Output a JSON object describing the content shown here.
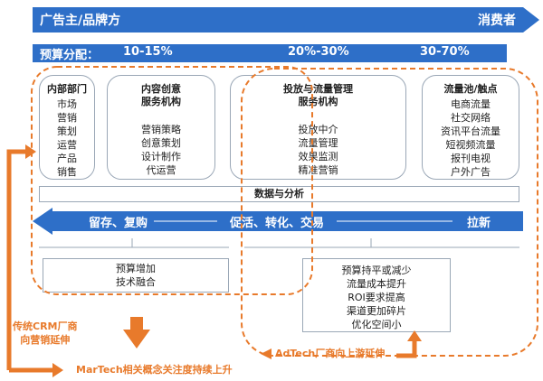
{
  "top_arrow": {
    "left": "广告主/品牌方",
    "right": "消费者"
  },
  "budget": {
    "label": "预算分配：",
    "p1": "10-15%",
    "p2": "20%-30%",
    "p3": "30-70%"
  },
  "boxes": [
    {
      "title": "内部部门",
      "items": [
        "市场",
        "营销",
        "策划",
        "运营",
        "产品",
        "销售"
      ]
    },
    {
      "title": "内容创意\n服务机构",
      "items": [
        "营销策略",
        "创意策划",
        "设计制作",
        "代运营"
      ]
    },
    {
      "title": "投放与流量管理\n服务机构",
      "items": [
        "投放中介",
        "流量管理",
        "效果监测",
        "精准营销"
      ]
    },
    {
      "title": "流量池/触点",
      "items": [
        "电商流量",
        "社交网络",
        "资讯平台流量",
        "短视频流量",
        "报刊电视",
        "户外广告"
      ]
    }
  ],
  "data_bar": "数据与分析",
  "flow": {
    "left": "留存、复购",
    "middle": "促活、转化、交易",
    "right": "拉新"
  },
  "left_note": [
    "预算增加",
    "技术融合"
  ],
  "right_note": [
    "预算持平或减少",
    "流量成本提升",
    "ROI要求提高",
    "渠道更加碎片",
    "优化空间小"
  ],
  "orange": {
    "crm": [
      "传统CRM厂商",
      "向营销延伸"
    ],
    "martech": "MarTech相关概念关注度持续上升",
    "adtech": "AdTech厂商向上游延伸"
  },
  "colors": {
    "blue": "#2e6fc8",
    "orange": "#e87a2b",
    "border": "#9aa7b6"
  }
}
